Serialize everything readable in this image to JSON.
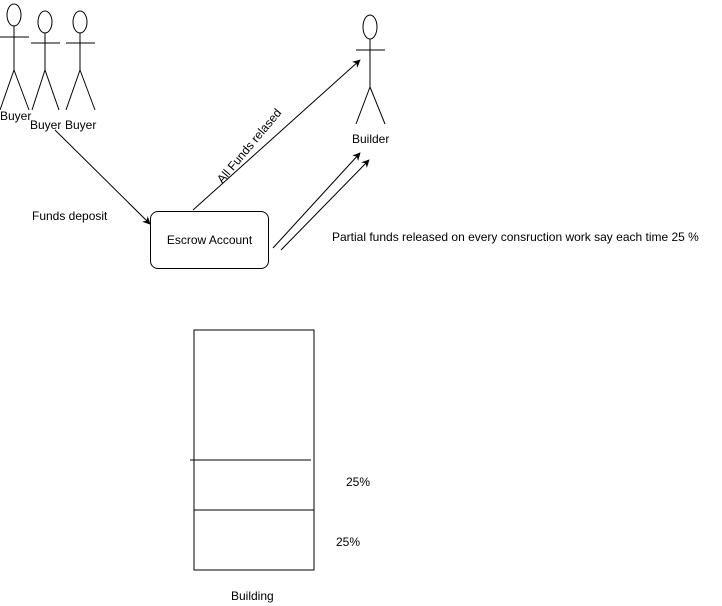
{
  "actors": {
    "buyer_1": "Buyer",
    "buyer_2": "Buyer",
    "buyer_3": "Buyer",
    "builder": "Builder"
  },
  "escrow": {
    "label": "Escrow Account"
  },
  "edges": {
    "funds_deposit": "Funds deposit",
    "all_funds_released": "All Funds relased",
    "partial_funds": "Partial funds released on every consruction work  say each time 25 %"
  },
  "building": {
    "label": "Building",
    "stage_1": "25%",
    "stage_2": "25%"
  },
  "colors": {
    "stroke": "#000000",
    "background": "#ffffff"
  }
}
